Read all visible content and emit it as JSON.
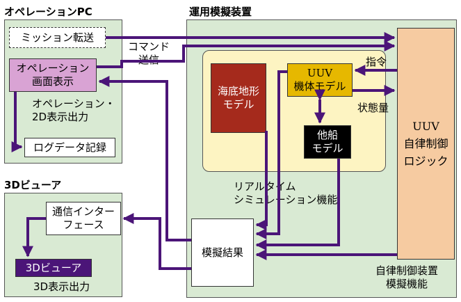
{
  "op_pc": {
    "title": "オペレーションPC",
    "mission": "ミッション転送",
    "display": "オペレーション\n画面表示",
    "output": "オペレーション・\n2D表示出力",
    "log": "ログデータ記録"
  },
  "viewer": {
    "title": "3Dビューア",
    "interface": "通信インター\nフェース",
    "app": "3Dビューア",
    "output": "3D表示出力"
  },
  "sim": {
    "title": "運用模擬装置",
    "terrain": "海底地形\nモデル",
    "uuv_model": "UUV\n機体モデル",
    "other_ship": "他船\nモデル",
    "rt_label": "リアルタイム\nシミュレーション機能",
    "result": "模擬結果",
    "uuv_logic": "UUV\n自律制御\nロジック",
    "autonomy_label": "自律制御装置\n模擬機能",
    "command_label": "指令",
    "state_label": "状態量"
  },
  "command_send": "コマンド\n送信",
  "colors": {
    "panel": "#d9ead3",
    "rt_panel": "#fdf4c2",
    "arrow": "#4b1578",
    "terrain": "#a52a1c",
    "uuv": "#e6b800",
    "ship": "#000000",
    "logic": "#f6cba1",
    "display": "#d9a3d4",
    "viewer_app": "#4b1578"
  }
}
